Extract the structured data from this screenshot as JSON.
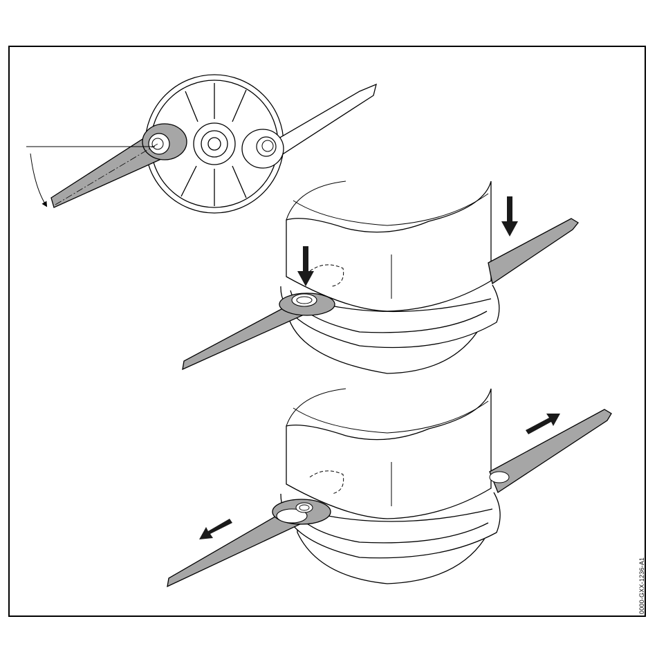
{
  "figure": {
    "code": "0000-GXX-1236-A1"
  },
  "colors": {
    "blade": "#a6a6a6",
    "line": "#000000",
    "arrow": "#1a1a1a",
    "background": "#ffffff"
  },
  "icons": [
    "push-down-arrow",
    "slide-out-arrow",
    "rotation-arc-arrow"
  ]
}
